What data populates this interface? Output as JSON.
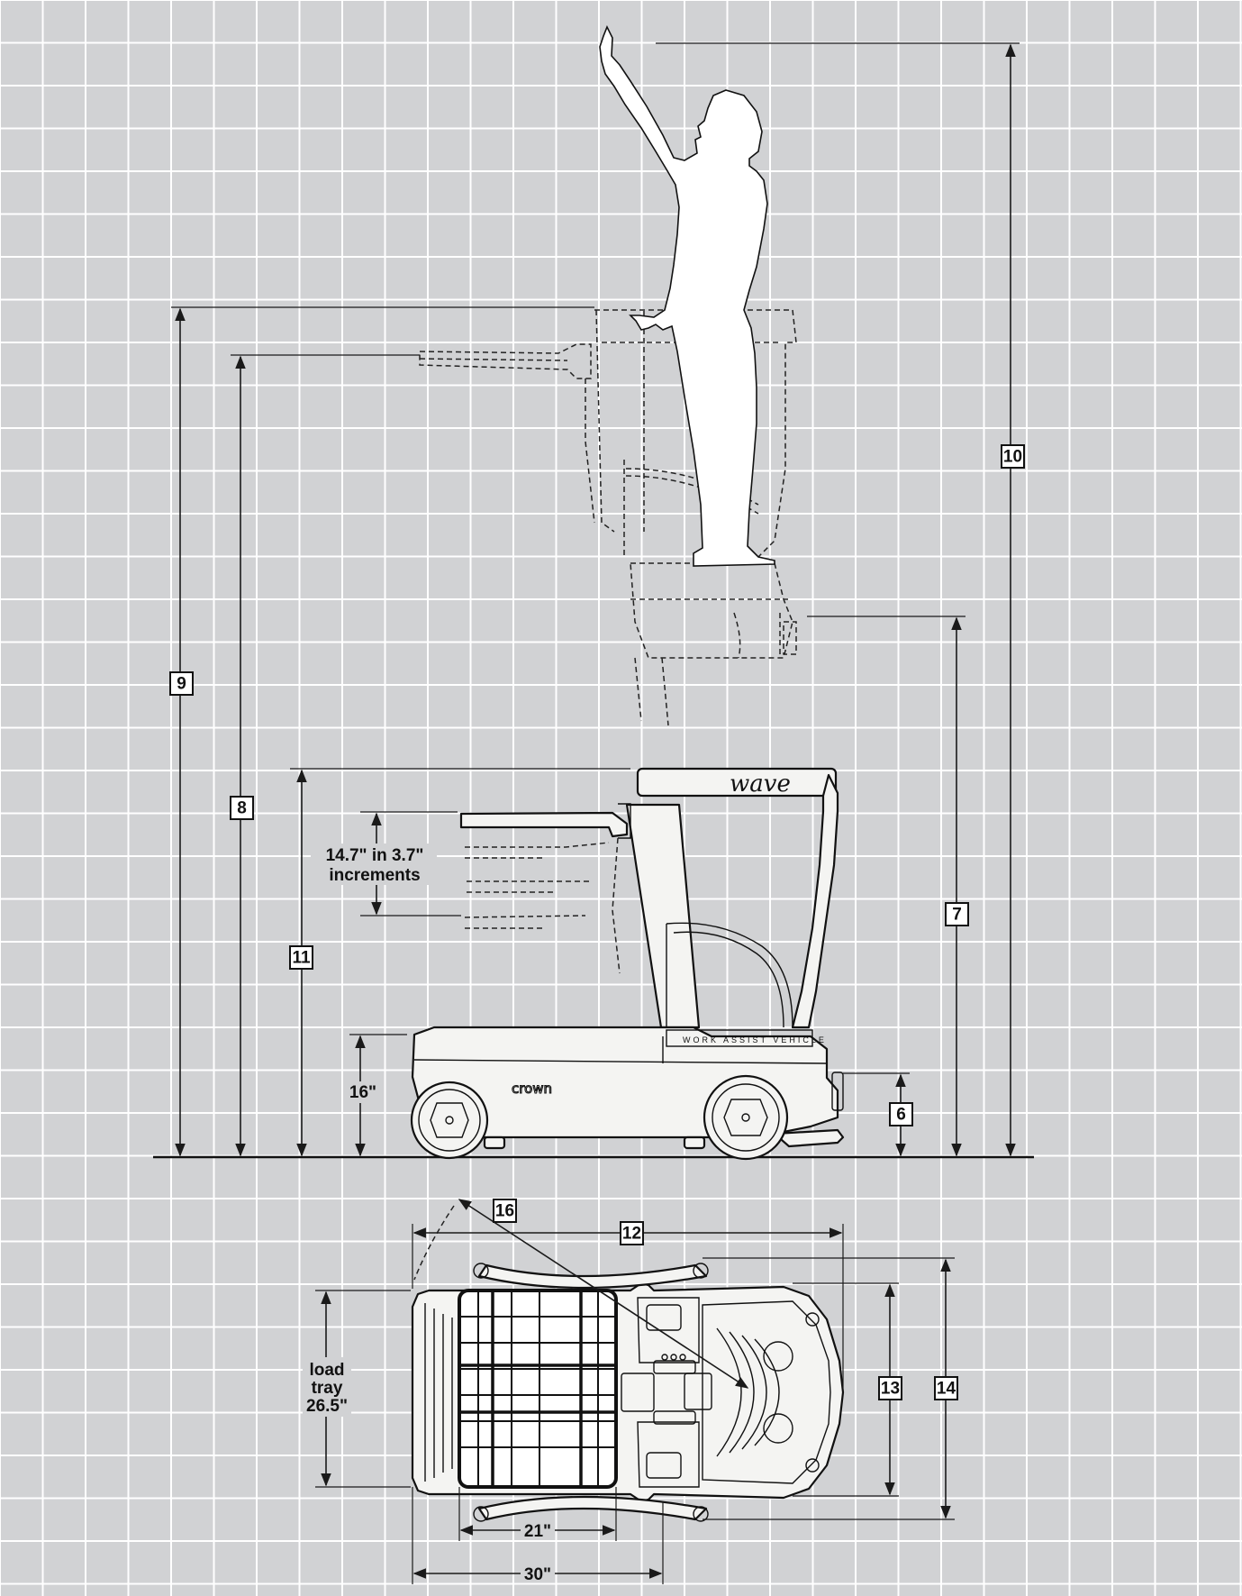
{
  "callouts": {
    "c6": "6",
    "c7": "7",
    "c8": "8",
    "c9": "9",
    "c10": "10",
    "c11": "11",
    "c12": "12",
    "c13": "13",
    "c14": "14",
    "c16": "16"
  },
  "labels": {
    "tray_range_line1": "14.7\"  in 3.7\"",
    "tray_range_line2": "increments",
    "step_height": "16\"",
    "load_tray_line1": "load",
    "load_tray_line2": "tray",
    "load_tray_line3": "26.5\"",
    "inner_width": "21\"",
    "outer_width": "30\""
  },
  "vehicle": {
    "brand": "wave",
    "tagline": "WORK ASSIST VEHICLE",
    "logo": "crown"
  },
  "colors": {
    "background": "#d1d2d4",
    "grid": "#ffffff",
    "line": "#111111"
  }
}
